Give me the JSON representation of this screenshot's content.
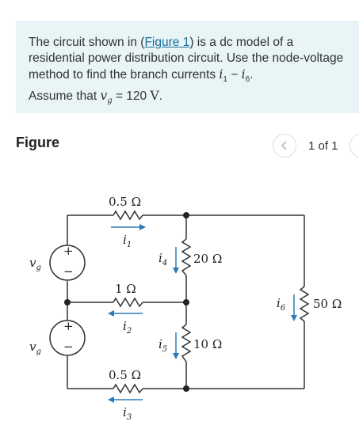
{
  "problem": {
    "text_before_link": "The circuit shown in (",
    "link_text": "Figure 1",
    "text_after_link": ") is a dc model of a residential power distribution circuit. Use the node-voltage method to find the branch currents ",
    "i1": "i",
    "i1_sub": "1",
    "dash": " − ",
    "i6": "i",
    "i6_sub": "6",
    "period": ".",
    "assume_text": "Assume that ",
    "vg": "v",
    "vg_sub": "g",
    "equals": " = 120 ",
    "unit": "V",
    "end": "."
  },
  "figure": {
    "title": "Figure",
    "pager_text": "1 of 1"
  },
  "circuit": {
    "r_top": "0.5 Ω",
    "r_mid": "1 Ω",
    "r_bot": "0.5 Ω",
    "r_20": "20 Ω",
    "r_10": "10 Ω",
    "r_50": "50 Ω",
    "source_label": "v",
    "source_sub": "g",
    "plus": "+",
    "minus": "−",
    "i_label": "i",
    "i1_sub": "1",
    "i2_sub": "2",
    "i3_sub": "3",
    "i4_sub": "4",
    "i5_sub": "5",
    "i6_sub": "6",
    "arrow_color": "#2a7ab8"
  }
}
